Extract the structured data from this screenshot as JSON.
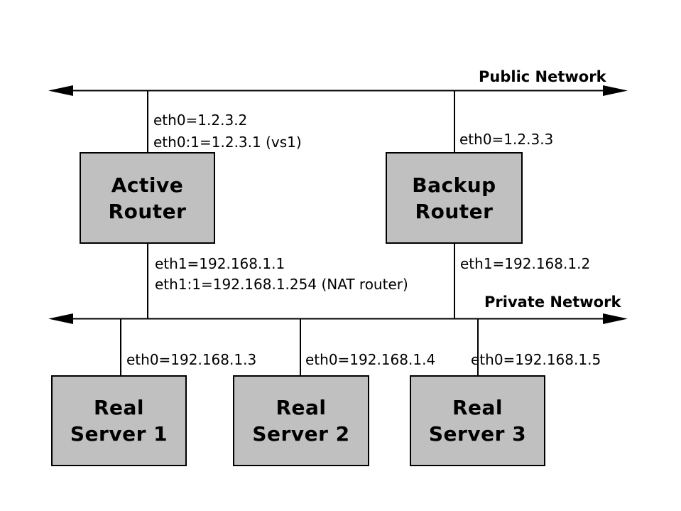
{
  "network_labels": {
    "public": "Public Network",
    "private": "Private Network"
  },
  "nodes": {
    "active_router": {
      "line1": "Active",
      "line2": "Router"
    },
    "backup_router": {
      "line1": "Backup",
      "line2": "Router"
    },
    "real_server_1": {
      "line1": "Real",
      "line2": "Server 1"
    },
    "real_server_2": {
      "line1": "Real",
      "line2": "Server 2"
    },
    "real_server_3": {
      "line1": "Real",
      "line2": "Server 3"
    }
  },
  "interface_labels": {
    "active_router_eth0": "eth0=1.2.3.2",
    "active_router_eth0_alias": "eth0:1=1.2.3.1 (vs1)",
    "backup_router_eth0": "eth0=1.2.3.3",
    "active_router_eth1": "eth1=192.168.1.1",
    "active_router_eth1_alias": "eth1:1=192.168.1.254 (NAT router)",
    "backup_router_eth1": "eth1=192.168.1.2",
    "real_server_1_eth0": "eth0=192.168.1.3",
    "real_server_2_eth0": "eth0=192.168.1.4",
    "real_server_3_eth0": "eth0=192.168.1.5"
  },
  "colors": {
    "background": "#ffffff",
    "node_fill": "#c0c0c0",
    "node_border": "#000000",
    "line": "#000000",
    "text": "#000000"
  }
}
